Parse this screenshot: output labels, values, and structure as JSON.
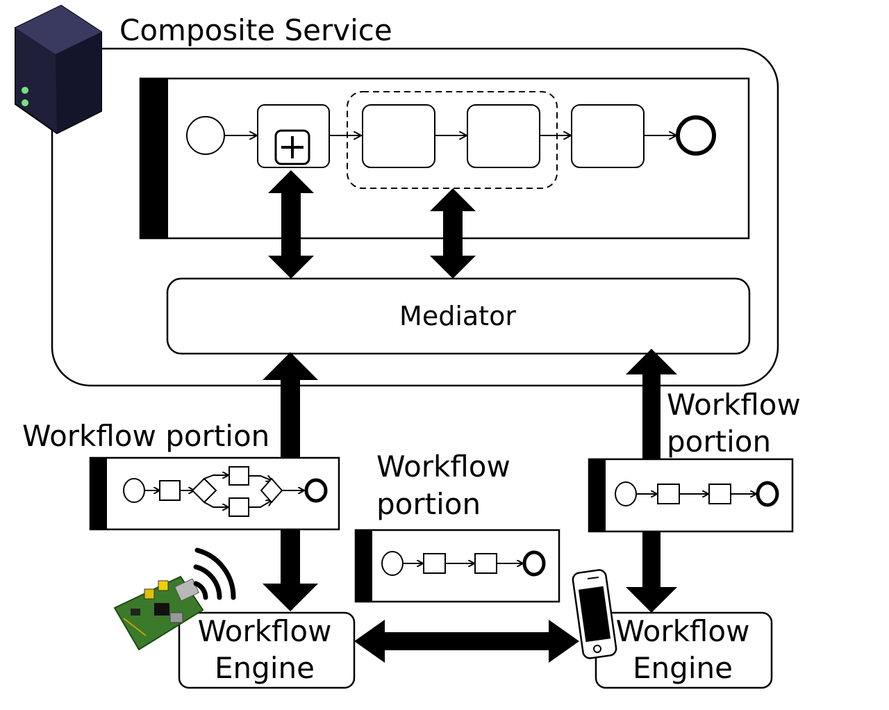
{
  "diagram": {
    "composite_service_label": "Composite Service",
    "mediator_label": "Mediator",
    "workflow_portion_left": {
      "line1": "Workflow portion"
    },
    "workflow_portion_middle": {
      "line1": "Workflow",
      "line2": "portion"
    },
    "workflow_portion_right": {
      "line1": "Workflow",
      "line2": "portion"
    },
    "engine_left": {
      "line1": "Workflow",
      "line2": "Engine"
    },
    "engine_right": {
      "line1": "Workflow",
      "line2": "Engine"
    },
    "icons": [
      "server-icon",
      "raspberry-pi-board-icon",
      "wireless-signal-icon",
      "smartphone-icon"
    ],
    "colors": {
      "stroke": "#000000",
      "server_body": "#1f1f3a",
      "server_led": "#7be07b",
      "board_green": "#3a7a2a"
    }
  }
}
